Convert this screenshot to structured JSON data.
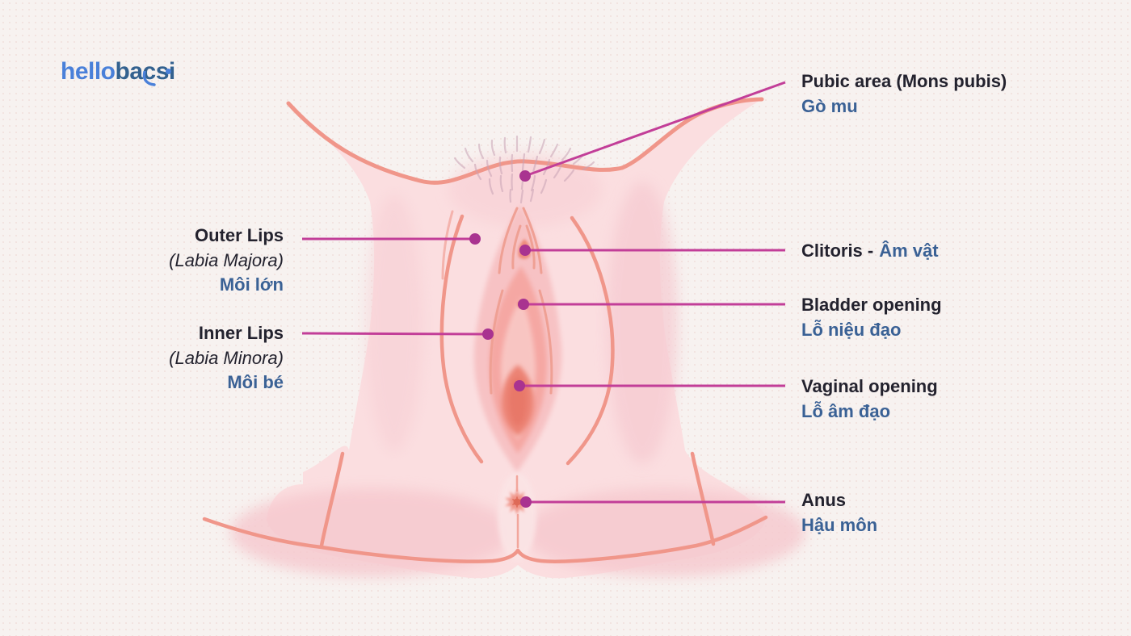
{
  "logo": {
    "hello": "hello",
    "bacsi": "bacsi"
  },
  "labels": {
    "pubic_area": {
      "en": "Pubic area (Mons pubis)",
      "vi": "Gò mu"
    },
    "outer_lips": {
      "en": "Outer Lips",
      "latin": "(Labia Majora)",
      "vi": "Môi lớn"
    },
    "inner_lips": {
      "en": "Inner Lips",
      "latin": "(Labia Minora)",
      "vi": "Môi bé"
    },
    "clitoris": {
      "en": "Clitoris -",
      "vi": "Âm vật"
    },
    "bladder_opening": {
      "en": "Bladder opening",
      "vi": "Lỗ niệu đạo"
    },
    "vaginal_opening": {
      "en": "Vaginal opening",
      "vi": "Lỗ âm đạo"
    },
    "anus": {
      "en": "Anus",
      "vi": "Hậu môn"
    }
  },
  "colors": {
    "background": "#F7F2F0",
    "english_text": "#23222E",
    "vietnamese_text": "#3A6195",
    "logo_blue": "#4A80D9",
    "logo_navy": "#33618F",
    "leader_line": "#C23E98",
    "leader_dot": "#A93390",
    "skin_light": "#FBDEE0",
    "skin_shadow": "#F5C9CF",
    "outline_salmon": "#F0968A",
    "labia_fill": "#F7C2C4",
    "vestibule_fill": "#F5A7A3",
    "opening_fill": "#EC8374",
    "hair": "#C9A2B5"
  }
}
